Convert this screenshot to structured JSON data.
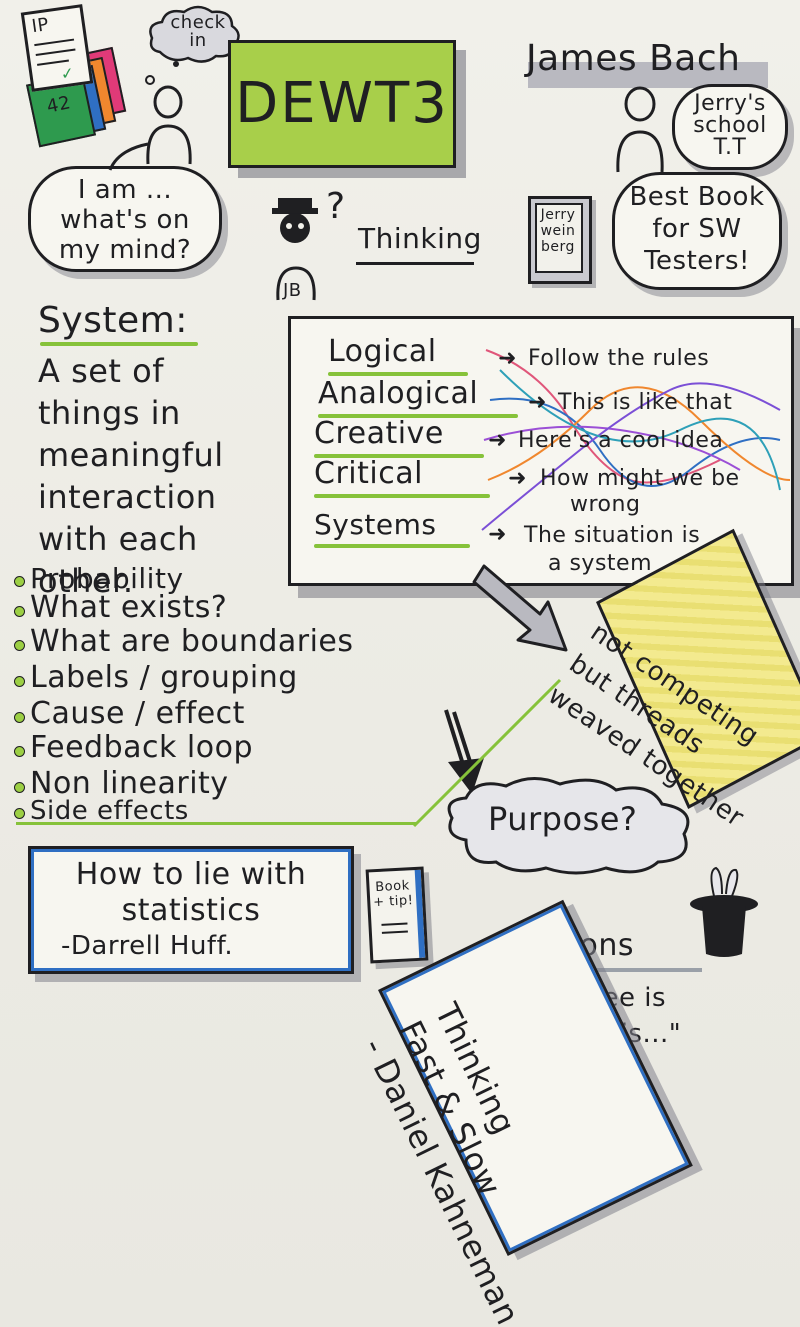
{
  "title": "DEWT3",
  "speaker": "James Bach",
  "top_left": {
    "document_label": "IP",
    "card_number": "42",
    "cloud": [
      "check",
      "in"
    ],
    "bubble": [
      "I am ...",
      "what's on",
      "my mind?"
    ]
  },
  "top_right": {
    "speech": [
      "Jerry's",
      "school",
      "T.T"
    ],
    "best_book": [
      "Best Book",
      "for SW",
      "Testers!"
    ],
    "book_label": [
      "Jerry",
      "wein",
      "berg"
    ]
  },
  "thinking": {
    "label": "Thinking",
    "question": "?",
    "initials": "JB"
  },
  "system": {
    "heading": "System:",
    "definition": [
      "A set of",
      "things in",
      "meaningful",
      "interaction",
      "with each",
      "other."
    ],
    "bullets": [
      "Probability",
      "What exists?",
      "What are boundaries",
      "Labels / grouping",
      "Cause / effect",
      "Feedback loop",
      "Non linearity",
      "Side effects"
    ]
  },
  "thinking_types": [
    {
      "name": "Logical",
      "desc": [
        "Follow the rules"
      ]
    },
    {
      "name": "Analogical",
      "desc": [
        "This is like that"
      ]
    },
    {
      "name": "Creative",
      "desc": [
        "Here's a cool idea"
      ]
    },
    {
      "name": "Critical",
      "desc": [
        "How might we be",
        "wrong"
      ]
    },
    {
      "name": "Systems",
      "desc": [
        "The situation is",
        "a system"
      ]
    }
  ],
  "note": [
    "not competing",
    "but threads",
    "weaved together"
  ],
  "purpose": "Purpose?",
  "book_statistics": {
    "title": [
      "How to lie with",
      "statistics"
    ],
    "author": "-Darrell Huff."
  },
  "book_tip": [
    "Book",
    "+ tip!"
  ],
  "illusions": {
    "label": "Illusions",
    "quote": [
      "\"What I see is",
      "all there is...\""
    ]
  },
  "book_kahneman": [
    "Thinking",
    "Fast & Slow",
    "- Daniel Kahneman"
  ],
  "colors": {
    "green": "#a8cf4a",
    "accent_green": "#86c23a",
    "blue": "#2f6fc3",
    "yellow": "#f3ea8f",
    "ink": "#1f1f22",
    "shadow": "#8a8a94"
  }
}
